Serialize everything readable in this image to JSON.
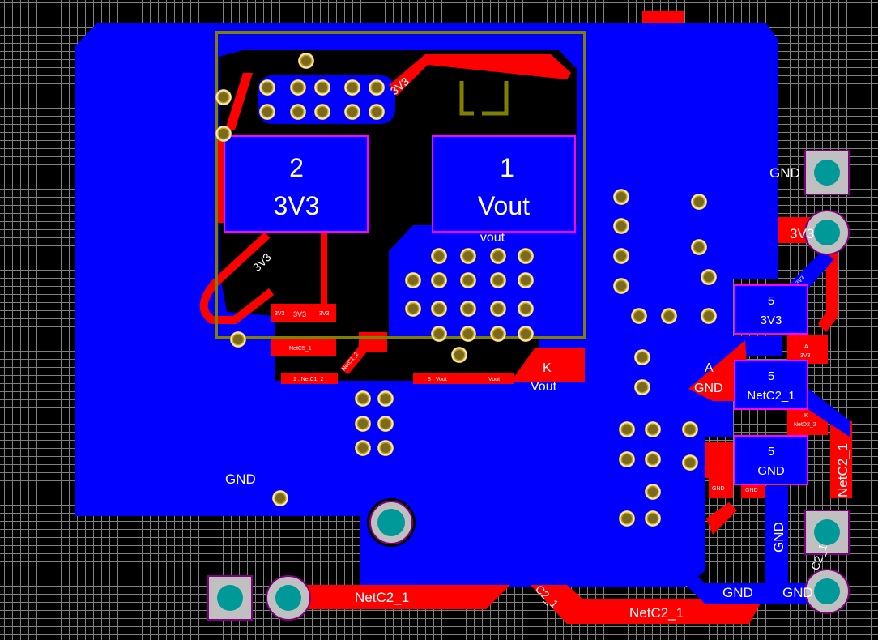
{
  "view": {
    "title": "PCB layout view"
  },
  "colors": {
    "background": "#000000",
    "grid": "#808080",
    "copper_bottom": "#0000ff",
    "copper_top": "#ff0000",
    "pad_outline": "#ff00ff",
    "drill": "#009999",
    "via_ring": "#c8a000",
    "silkscreen": "#808000"
  },
  "components": {
    "pad2": {
      "number": "2",
      "net": "3V3"
    },
    "pad1": {
      "number": "1",
      "net": "Vout",
      "subnet": "vout"
    },
    "pad5a": {
      "number": "5",
      "net": "3V3"
    },
    "pad5b": {
      "number": "5",
      "net": "NetC2_1"
    },
    "pad5c": {
      "number": "5",
      "net": "GND"
    }
  },
  "net_labels": {
    "gnd_conn_top": "GND",
    "net_3v3_conn": "3V3",
    "gnd_left": "GND",
    "netc2_bottom_left": "NetC2_1",
    "netc2_bottom_right": "NetC2_1",
    "gnd_bottom_a": "GND",
    "gnd_bottom_b": "GND",
    "gnd_vertical": "GND",
    "netc2_vertical": "NetC2_1",
    "trace_3v3_top": "3V3",
    "trace_3v3_diag": "3V3",
    "k_vout_k": "K",
    "k_vout_v": "Vout",
    "a_gnd_a": "A",
    "a_gnd_g": "GND",
    "a_3v3_a": "A",
    "a_3v3_v": "3V3",
    "k_netd2_k": "K",
    "k_netd2_n": "NetD2_2",
    "c2_side": "C2_1",
    "small_3v3_right": "3V3",
    "netc2_diag": "C2_1"
  },
  "small_labels": {
    "netc5": "NetC5_1",
    "netc1_2": "1 : NetC1_2",
    "vout_b": "8 : Vout",
    "vout_c": "Vout",
    "netc1_diag": "NetC1_2",
    "r_3v3_a": "3V3",
    "r_3v3_b": "3V3",
    "small_gnd_a": "GND",
    "small_gnd_b": "GND",
    "chip_mark": "3V3"
  }
}
